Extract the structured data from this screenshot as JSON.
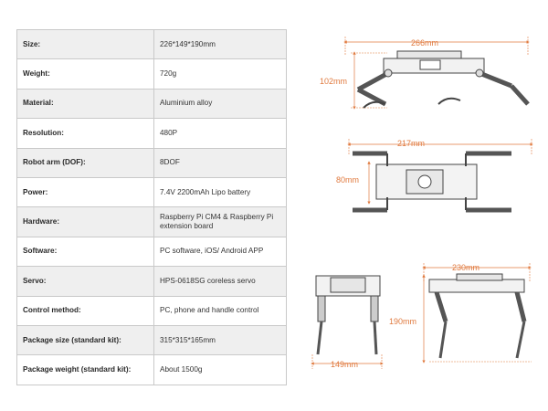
{
  "specs": [
    {
      "key": "Size:",
      "value": "226*149*190mm"
    },
    {
      "key": "Weight:",
      "value": "720g"
    },
    {
      "key": "Material:",
      "value": "Aluminium alloy"
    },
    {
      "key": "Resolution:",
      "value": "480P"
    },
    {
      "key": "Robot arm (DOF):",
      "value": "8DOF"
    },
    {
      "key": "Power:",
      "value": "7.4V 2200mAh Lipo battery"
    },
    {
      "key": "Hardware:",
      "value": "Raspberry Pi CM4 & Raspberry Pi extension board"
    },
    {
      "key": "Software:",
      "value": "PC software, iOS/ Android APP"
    },
    {
      "key": "Servo:",
      "value": "HPS-0618SG coreless servo"
    },
    {
      "key": "Control method:",
      "value": "PC, phone and handle control"
    },
    {
      "key": "Package size (standard kit):",
      "value": "315*315*165mm"
    },
    {
      "key": "Package weight (standard kit):",
      "value": "About 1500g"
    }
  ],
  "dimensions": {
    "side_length": "266mm",
    "side_height": "102mm",
    "top_width": "217mm",
    "top_depth": "80mm",
    "front_width": "149mm",
    "stand_length": "230mm",
    "stand_height": "190mm"
  },
  "colors": {
    "dimension": "#e07a3f",
    "drawing": "#444444"
  }
}
